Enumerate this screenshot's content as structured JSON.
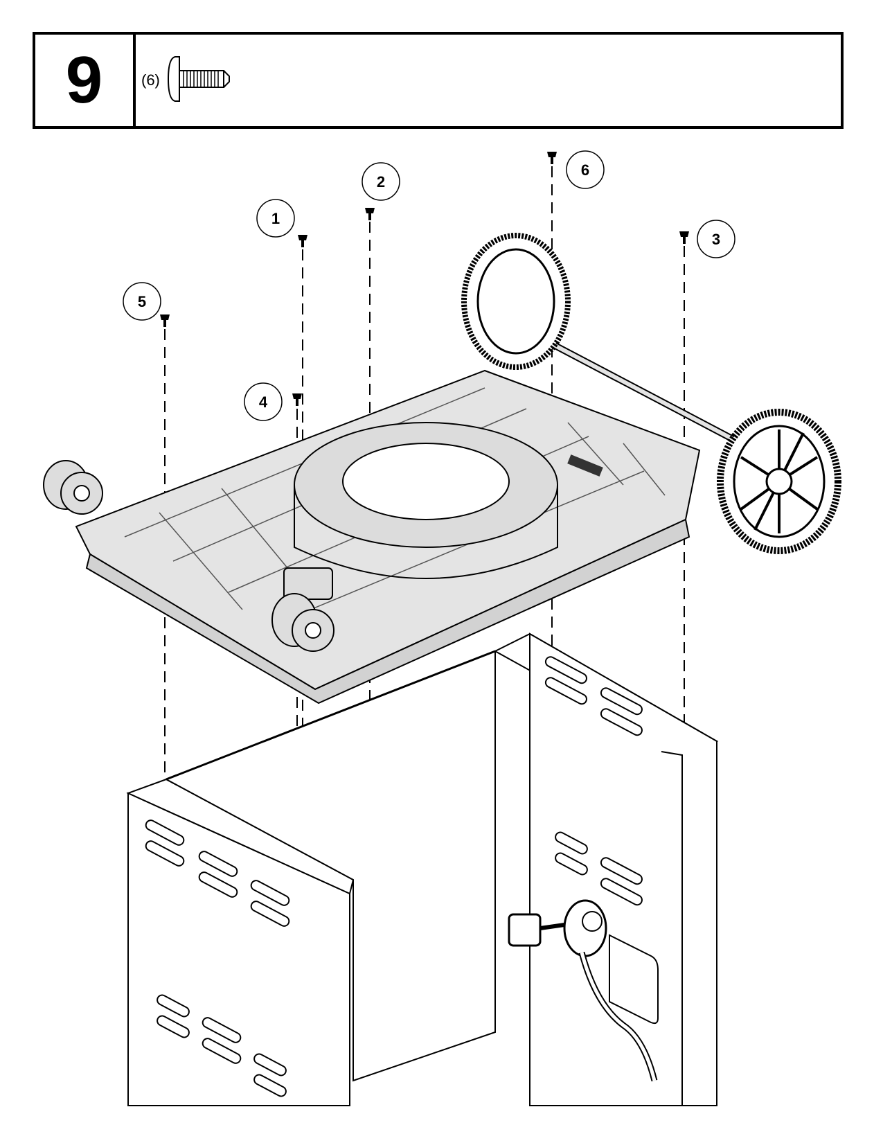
{
  "step": {
    "number": "9"
  },
  "parts": {
    "quantity": "(6)",
    "icon": "screw-icon"
  },
  "callouts": [
    "1",
    "2",
    "3",
    "4",
    "5",
    "6"
  ]
}
